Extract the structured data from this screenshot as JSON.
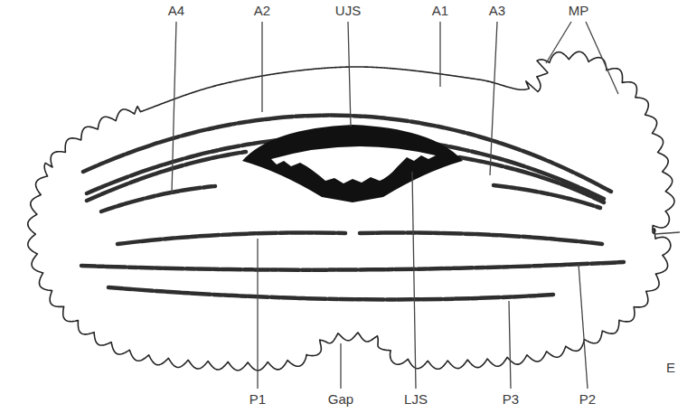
{
  "diagram": {
    "labels": [
      "A4",
      "A2",
      "UJS",
      "A1",
      "A3",
      "MP",
      "P1",
      "Gap",
      "LJS",
      "P3",
      "P2",
      "E"
    ]
  }
}
